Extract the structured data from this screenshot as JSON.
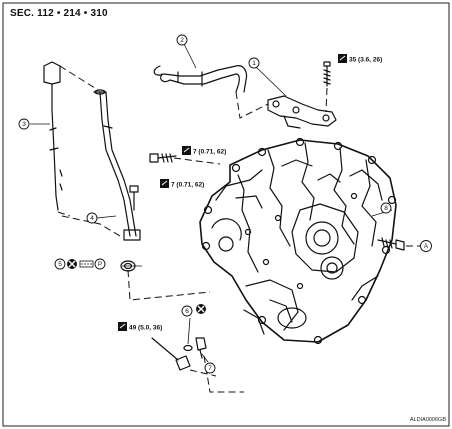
{
  "header": {
    "section": "SEC. 112 • 214 • 310"
  },
  "callouts": [
    "1",
    "2",
    "3",
    "4",
    "5",
    "6",
    "7",
    "8"
  ],
  "marks": {
    "p": "P",
    "a": "A"
  },
  "torques": {
    "t1": "35 (3.6, 26)",
    "t2": "7 (0.71, 62)",
    "t3": "7 (0.71, 62)",
    "t4": "49 (5.0, 36)"
  },
  "footer": {
    "code": "ALDIA0006GB"
  },
  "icons": [
    "torque-wrench-icon",
    "do-not-reuse-icon",
    "apply-gasket-icon"
  ],
  "colors": {
    "ink": "#111111",
    "paper": "#ffffff"
  }
}
